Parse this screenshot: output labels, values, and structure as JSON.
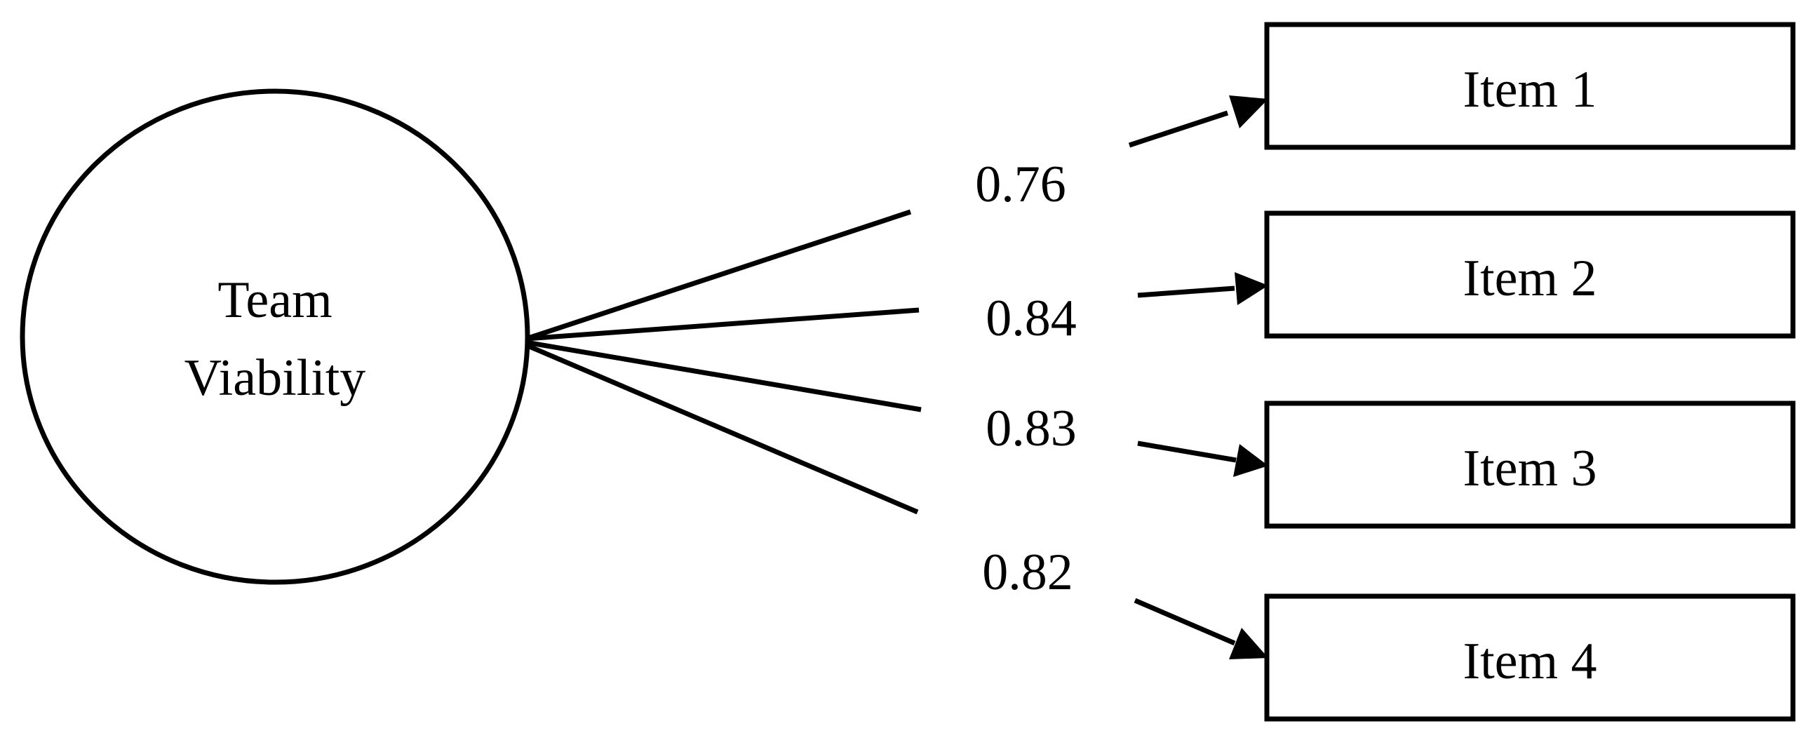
{
  "latent": {
    "label_line1": "Team",
    "label_line2": "Viability"
  },
  "loadings": [
    "0.76",
    "0.84",
    "0.83",
    "0.82"
  ],
  "items": [
    "Item 1",
    "Item 2",
    "Item 3",
    "Item 4"
  ],
  "colors": {
    "stroke": "#000000",
    "background": "#ffffff"
  }
}
